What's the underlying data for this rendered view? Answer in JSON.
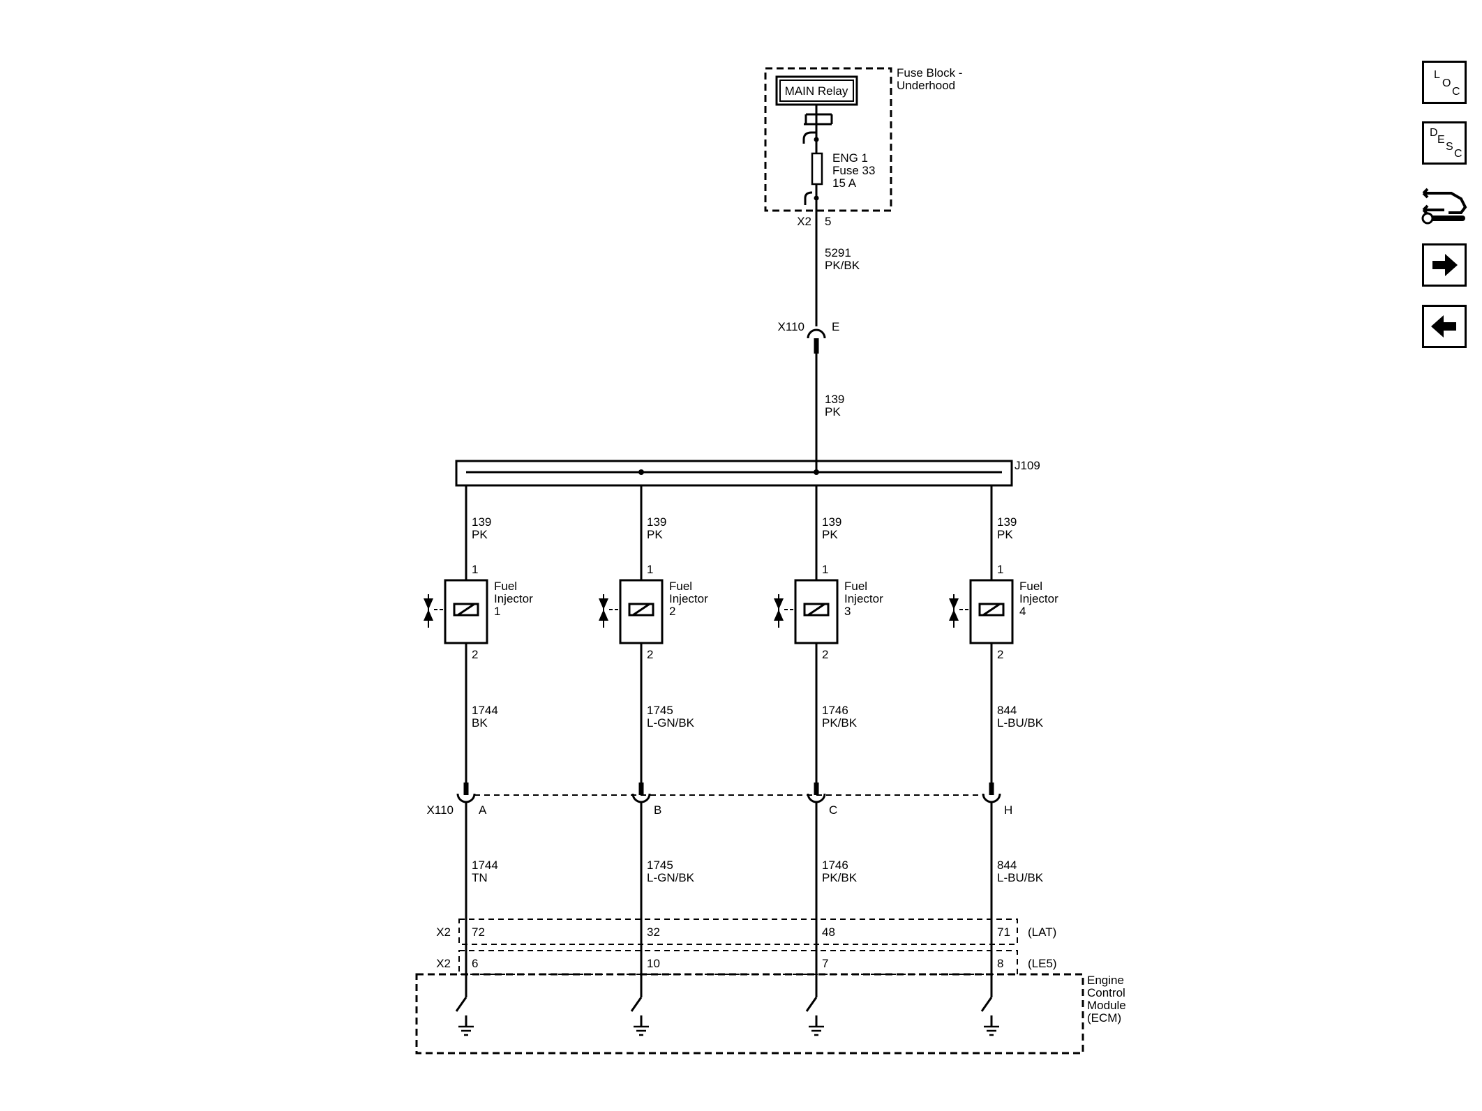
{
  "fuse_block": {
    "name": "Fuse Block - Underhood",
    "name_line1": "Fuse Block -",
    "name_line2": "Underhood",
    "relay_label": "MAIN Relay",
    "fuse_line1": "ENG 1",
    "fuse_line2": "Fuse 33",
    "fuse_line3": "15 A",
    "connector": "X2",
    "pin": "5"
  },
  "feed_wire": {
    "circuit": "5291",
    "color": "PK/BK"
  },
  "x110_top": {
    "connector": "X110",
    "pin": "E"
  },
  "splice_wire": {
    "circuit": "139",
    "color": "PK"
  },
  "splice": {
    "name": "J109"
  },
  "injectors": [
    {
      "name_line1": "Fuel",
      "name_line2": "Injector",
      "number": "1",
      "pin_top": "1",
      "pin_bottom": "2",
      "feed_circuit": "139",
      "feed_color": "PK",
      "wire_circuit": "1744",
      "wire_color": "BK",
      "x110_pin": "A",
      "lower_circuit": "1744",
      "lower_color": "TN",
      "lat_pin": "72",
      "le5_pin": "6"
    },
    {
      "name_line1": "Fuel",
      "name_line2": "Injector",
      "number": "2",
      "pin_top": "1",
      "pin_bottom": "2",
      "feed_circuit": "139",
      "feed_color": "PK",
      "wire_circuit": "1745",
      "wire_color": "L-GN/BK",
      "x110_pin": "B",
      "lower_circuit": "1745",
      "lower_color": "L-GN/BK",
      "lat_pin": "32",
      "le5_pin": "10"
    },
    {
      "name_line1": "Fuel",
      "name_line2": "Injector",
      "number": "3",
      "pin_top": "1",
      "pin_bottom": "2",
      "feed_circuit": "139",
      "feed_color": "PK",
      "wire_circuit": "1746",
      "wire_color": "PK/BK",
      "x110_pin": "C",
      "lower_circuit": "1746",
      "lower_color": "PK/BK",
      "lat_pin": "48",
      "le5_pin": "7"
    },
    {
      "name_line1": "Fuel",
      "name_line2": "Injector",
      "number": "4",
      "pin_top": "1",
      "pin_bottom": "2",
      "feed_circuit": "139",
      "feed_color": "PK",
      "wire_circuit": "844",
      "wire_color": "L-BU/BK",
      "x110_pin": "H",
      "lower_circuit": "844",
      "lower_color": "L-BU/BK",
      "lat_pin": "71",
      "le5_pin": "8"
    }
  ],
  "x110_bottom": {
    "connector": "X110"
  },
  "ecm": {
    "lat_connector": "X2",
    "lat_option": "(LAT)",
    "le5_connector": "X2",
    "le5_option": "(LE5)",
    "name_line1": "Engine",
    "name_line2": "Control",
    "name_line3": "Module",
    "name_line4": "(ECM)"
  },
  "nav": {
    "loc": {
      "l1": "L",
      "l2": "O",
      "l3": "C"
    },
    "desc": {
      "l1": "D",
      "l2": "E",
      "l3": "S",
      "l4": "C"
    },
    "connector_icon": "connector-wrench-icon",
    "next_icon": "arrow-right-icon",
    "back_icon": "arrow-left-icon"
  }
}
